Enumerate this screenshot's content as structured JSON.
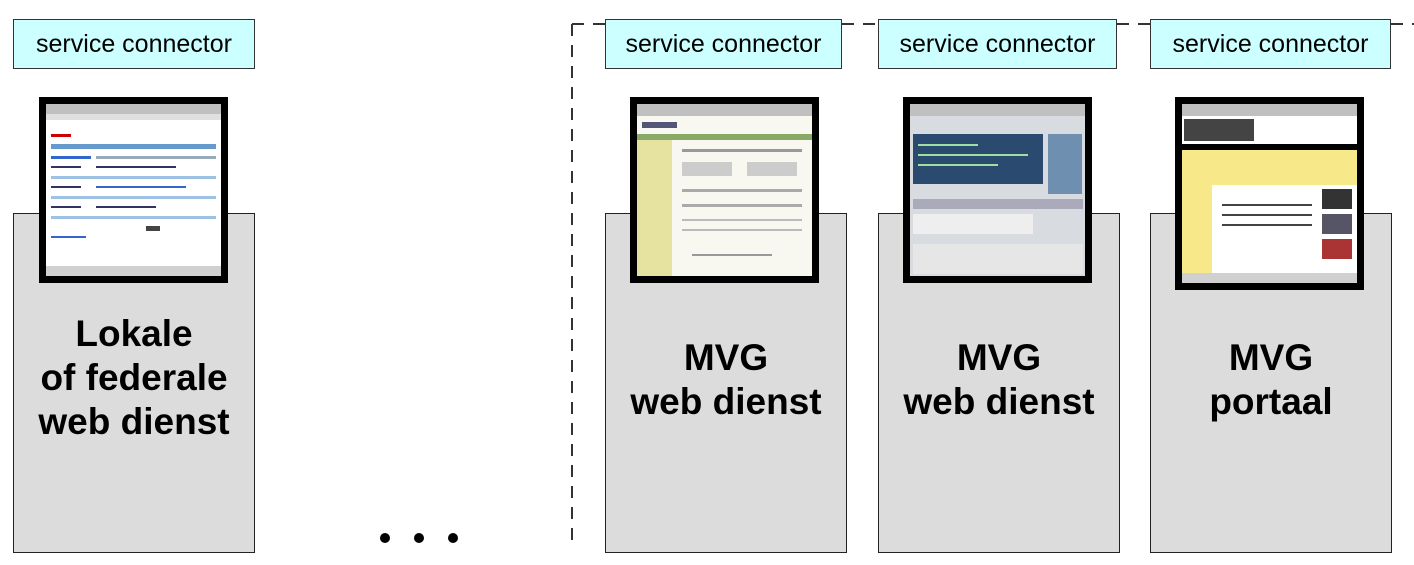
{
  "connectors": [
    {
      "label": "service connector"
    },
    {
      "label": "service connector"
    },
    {
      "label": "service connector"
    },
    {
      "label": "service connector"
    }
  ],
  "services": [
    {
      "label_lines": [
        "Lokale",
        "of federale",
        "web dienst"
      ],
      "screenshot": "federal-web-screenshot"
    },
    {
      "label_lines": [
        "MVG",
        "web dienst"
      ],
      "screenshot": "mvg-web-screenshot-1"
    },
    {
      "label_lines": [
        "MVG",
        "web dienst"
      ],
      "screenshot": "mvg-web-screenshot-2"
    },
    {
      "label_lines": [
        "MVG",
        "portaal"
      ],
      "screenshot": "mvg-portal-screenshot"
    }
  ],
  "ellipsis_icon": "ellipsis-icon",
  "colors": {
    "connector_fill": "#ccffff",
    "service_fill": "#dcdcdc",
    "border": "#333333",
    "dashed_boundary": "#333333"
  }
}
